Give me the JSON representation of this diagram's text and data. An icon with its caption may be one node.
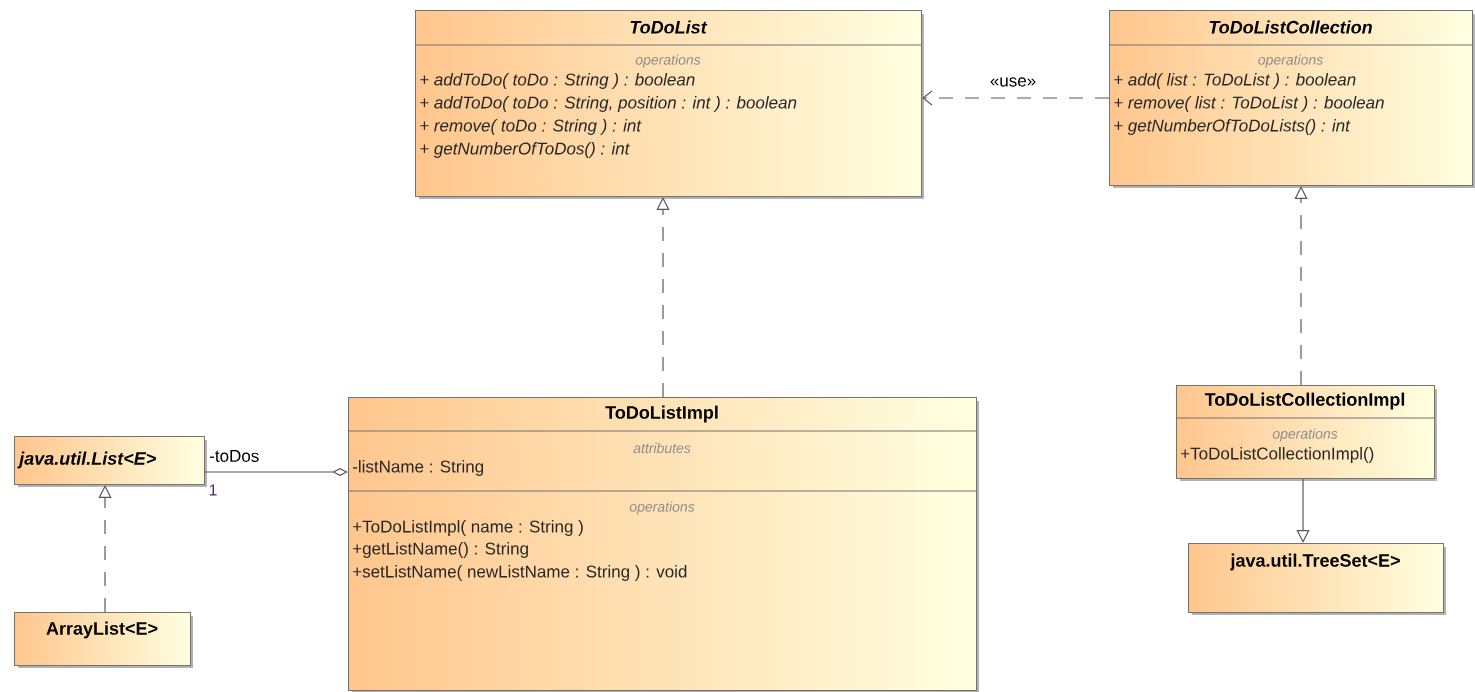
{
  "diagram": {
    "nodes": [
      {
        "text": [
          "ToDoList",
          "operations",
          "+ addToDo( toDo : String ) : boolean",
          "+ addToDo( toDo : String, position : int ) : boolean",
          "+ remove( toDo : String ) : int",
          "+ getNumberOfToDos() : int"
        ]
      },
      {
        "text": [
          "ToDoListCollection",
          "operations",
          "+ add( list : ToDoList ) : boolean",
          "+ remove( list : ToDoList ) : boolean",
          "+ getNumberOfToDoLists() : int"
        ]
      },
      {
        "text": [
          "java.util.List<E>"
        ]
      },
      {
        "text": [
          "ToDoListImpl",
          "attributes",
          "-listName : String",
          "operations",
          "+ToDoListImpl( name : String )",
          "+getListName() : String",
          "+setListName( newListName : String ) : void"
        ]
      },
      {
        "text": [
          "ToDoListCollectionImpl",
          "operations",
          "+ToDoListCollectionImpl()"
        ]
      },
      {
        "text": [
          "ArrayList<E>"
        ]
      },
      {
        "text": [
          "java.util.TreeSet<E>"
        ]
      }
    ],
    "edges": [
      {
        "from": 1,
        "to": 0,
        "arrow": "to",
        "style": "dashed",
        "label": "«use»"
      },
      {
        "from": 3,
        "to": 0,
        "arrow": "to",
        "style": "dashed"
      },
      {
        "from": 4,
        "to": 1,
        "arrow": "to",
        "style": "dashed"
      },
      {
        "from": 3,
        "to": 2,
        "arrow": "other",
        "label": "-toDos"
      },
      {
        "from": 5,
        "to": 2,
        "arrow": "to",
        "style": "dashed"
      },
      {
        "from": 4,
        "to": 6,
        "arrow": "to"
      }
    ],
    "labels": [
      "1"
    ]
  }
}
